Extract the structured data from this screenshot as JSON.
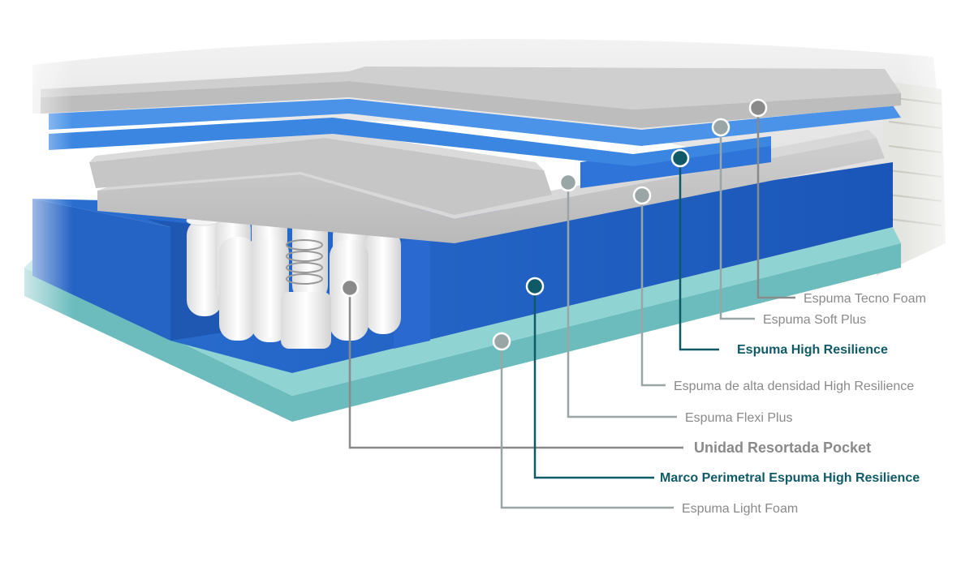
{
  "colors": {
    "gray_layer": "#a8a8a8",
    "teal_accent": "#0f5a66",
    "callout_gray": "#8a8a8a",
    "callout_lightgray": "#9aa6a6",
    "blue_foam": "#1f63c8",
    "light_blue_foam": "#4aa3e6",
    "aqua_base": "#6fbfc0"
  },
  "labels": [
    {
      "id": "tecno",
      "text": "Espuma Tecno Foam",
      "variant": "gray"
    },
    {
      "id": "soft",
      "text": "Espuma Soft Plus",
      "variant": "gray"
    },
    {
      "id": "hr",
      "text": "Espuma High Resilience",
      "variant": "teal"
    },
    {
      "id": "alta",
      "text": "Espuma de alta densidad High Resilience",
      "variant": "gray"
    },
    {
      "id": "flexi",
      "text": "Espuma Flexi Plus",
      "variant": "gray"
    },
    {
      "id": "pocket",
      "text": "Unidad Resortada Pocket",
      "variant": "gray-bold"
    },
    {
      "id": "marco",
      "text": "Marco Perimetral Espuma High Resilience",
      "variant": "teal"
    },
    {
      "id": "light",
      "text": "Espuma Light Foam",
      "variant": "gray"
    }
  ]
}
